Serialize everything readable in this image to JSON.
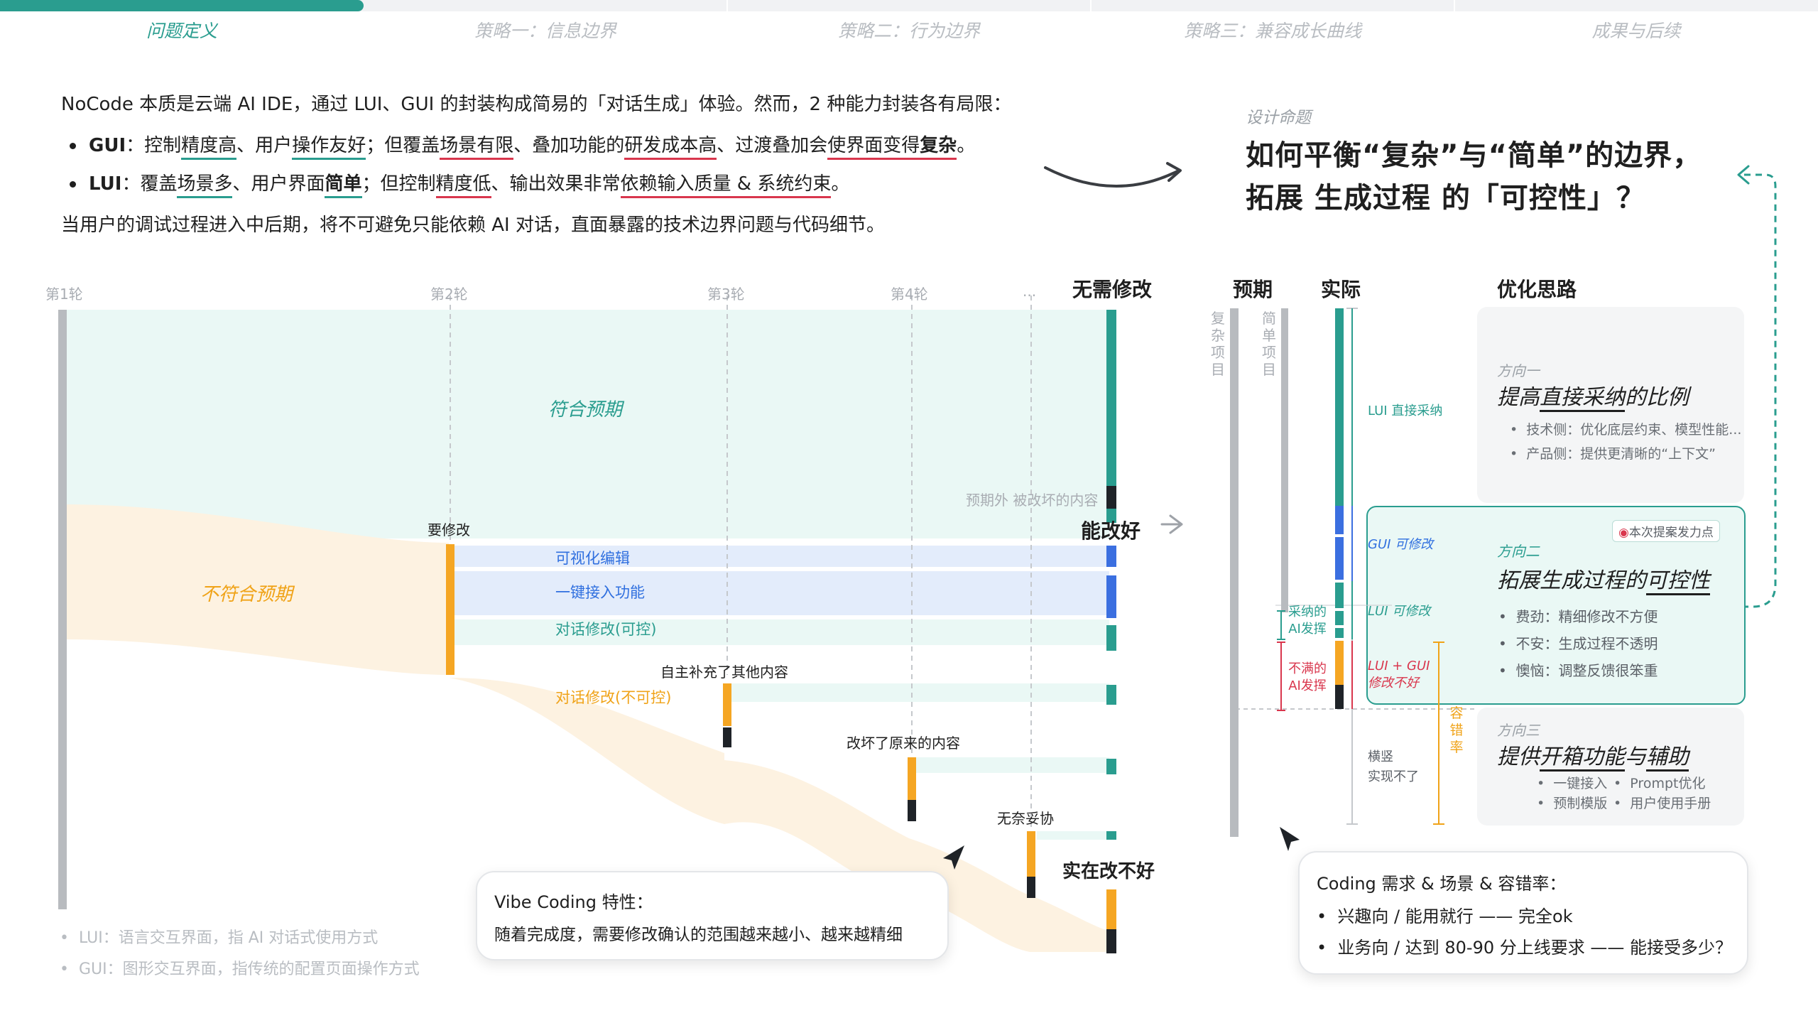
{
  "tabs": [
    "问题定义",
    "策略一：信息边界",
    "策略二：行为边界",
    "策略三：兼容成长曲线",
    "成果与后续"
  ],
  "progress": 0.2,
  "intro": {
    "line1": "NoCode 本质是云端 AI IDE，通过 LUI、GUI 的封装构成简易的「对话生成」体验。然而，2 种能力封装各有局限：",
    "gui": {
      "name": "GUI",
      "p1": "：控制",
      "u1": "精度高",
      "p2": "、用户",
      "u2": "操作友好",
      "p3": "；但覆盖",
      "u3": "场景有限",
      "p4": "、叠加功能的",
      "u4": "研发成本高",
      "p5": "、过渡叠加会",
      "u5": "使界面变得",
      "u5b": "复杂",
      "p6": "。"
    },
    "lui": {
      "name": "LUI",
      "p1": "：覆盖",
      "u1": "场景多",
      "p2": "、用户界面",
      "u2": "简单",
      "p3": "；但控制",
      "u3": "精度低",
      "p4": "、输出效果非常",
      "u4": "依赖输入质量 & 系统约束",
      "p5": "。"
    },
    "line4": "当用户的调试过程进入中后期，将不可避免只能依赖 AI 对话，直面暴露的技术边界问题与代码细节。"
  },
  "diagram": {
    "rounds": [
      "第1轮",
      "第2轮",
      "第3轮",
      "第4轮",
      "..."
    ],
    "no_edit": "无需修改",
    "meets": "符合预期",
    "not_meets": "不符合预期",
    "broken_note": "预期外 被改坏的内容",
    "need_edit": "要修改",
    "can_fix": "能改好",
    "visual_edit": "可视化编辑",
    "one_click": "一键接入功能",
    "chat_ctrl": "对话修改(可控)",
    "chat_unctrl": "对话修改(不可控)",
    "auto_added": "自主补充了其他内容",
    "broke_orig": "改坏了原来的内容",
    "compromise": "无奈妥协",
    "cant_fix": "实在改不好"
  },
  "vibe": {
    "title": "Vibe Coding 特性：",
    "body": "随着完成度，需要修改确认的范围越来越小、越来越精细"
  },
  "footnotes": [
    "LUI：语言交互界面，指 AI 对话式使用方式",
    "GUI：图形交互界面，指传统的配置页面操作方式"
  ],
  "proposition": {
    "label": "设计命题",
    "line1": "如何平衡“复杂”与“简单”的边界，",
    "line2": "拓展 生成过程 的「可控性」？"
  },
  "right": {
    "col_expect": "预期",
    "col_actual": "实际",
    "col_ideas": "优化思路",
    "complex": "复杂项目",
    "simple": "简单项目",
    "lui_adopt": "LUI 直接采纳",
    "gui_edit": "GUI 可修改",
    "lui_edit": "LUI 可修改",
    "lui_gui_fail": [
      "LUI + GUI",
      "修改不好"
    ],
    "cant_realize": [
      "横竖",
      "实现不了"
    ],
    "adopted_ai": [
      "采纳的",
      "AI发挥"
    ],
    "unsatisfied_ai": [
      "不满的",
      "AI发挥"
    ],
    "tolerance": "容错率",
    "dir1": {
      "small": "方向一",
      "t1": "提高",
      "t2": "直接采纳",
      "t3": "的比例",
      "items": [
        "技术侧：优化底层约束、模型性能...",
        "产品侧：提供更清晰的“上下文”"
      ]
    },
    "dir2": {
      "small": "方向二",
      "t1": "拓展生成过程的",
      "t2": "可控性",
      "badge": "本次提案发力点",
      "items": [
        "费劲：精细修改不方便",
        "不安：生成过程不透明",
        "懊恼：调整反馈很笨重"
      ]
    },
    "dir3": {
      "small": "方向三",
      "t1": "提供",
      "t2": "开箱功能",
      "t3": "与",
      "t4": "辅助",
      "items": [
        "一键接入",
        "Prompt优化",
        "预制模版",
        "用户使用手册"
      ]
    }
  },
  "coding": {
    "title": "Coding 需求 & 场景 & 容错率：",
    "items": [
      "兴趣向 / 能用就行 —— 完全ok",
      "业务向 / 达到 80-90 分上线要求 —— 能接受多少？"
    ]
  },
  "colors": {
    "teal": "#2a9d8f",
    "orange": "#f5a623",
    "blue": "#3b6fe0",
    "red": "#d9364d",
    "gray": "#b8bbbf"
  }
}
